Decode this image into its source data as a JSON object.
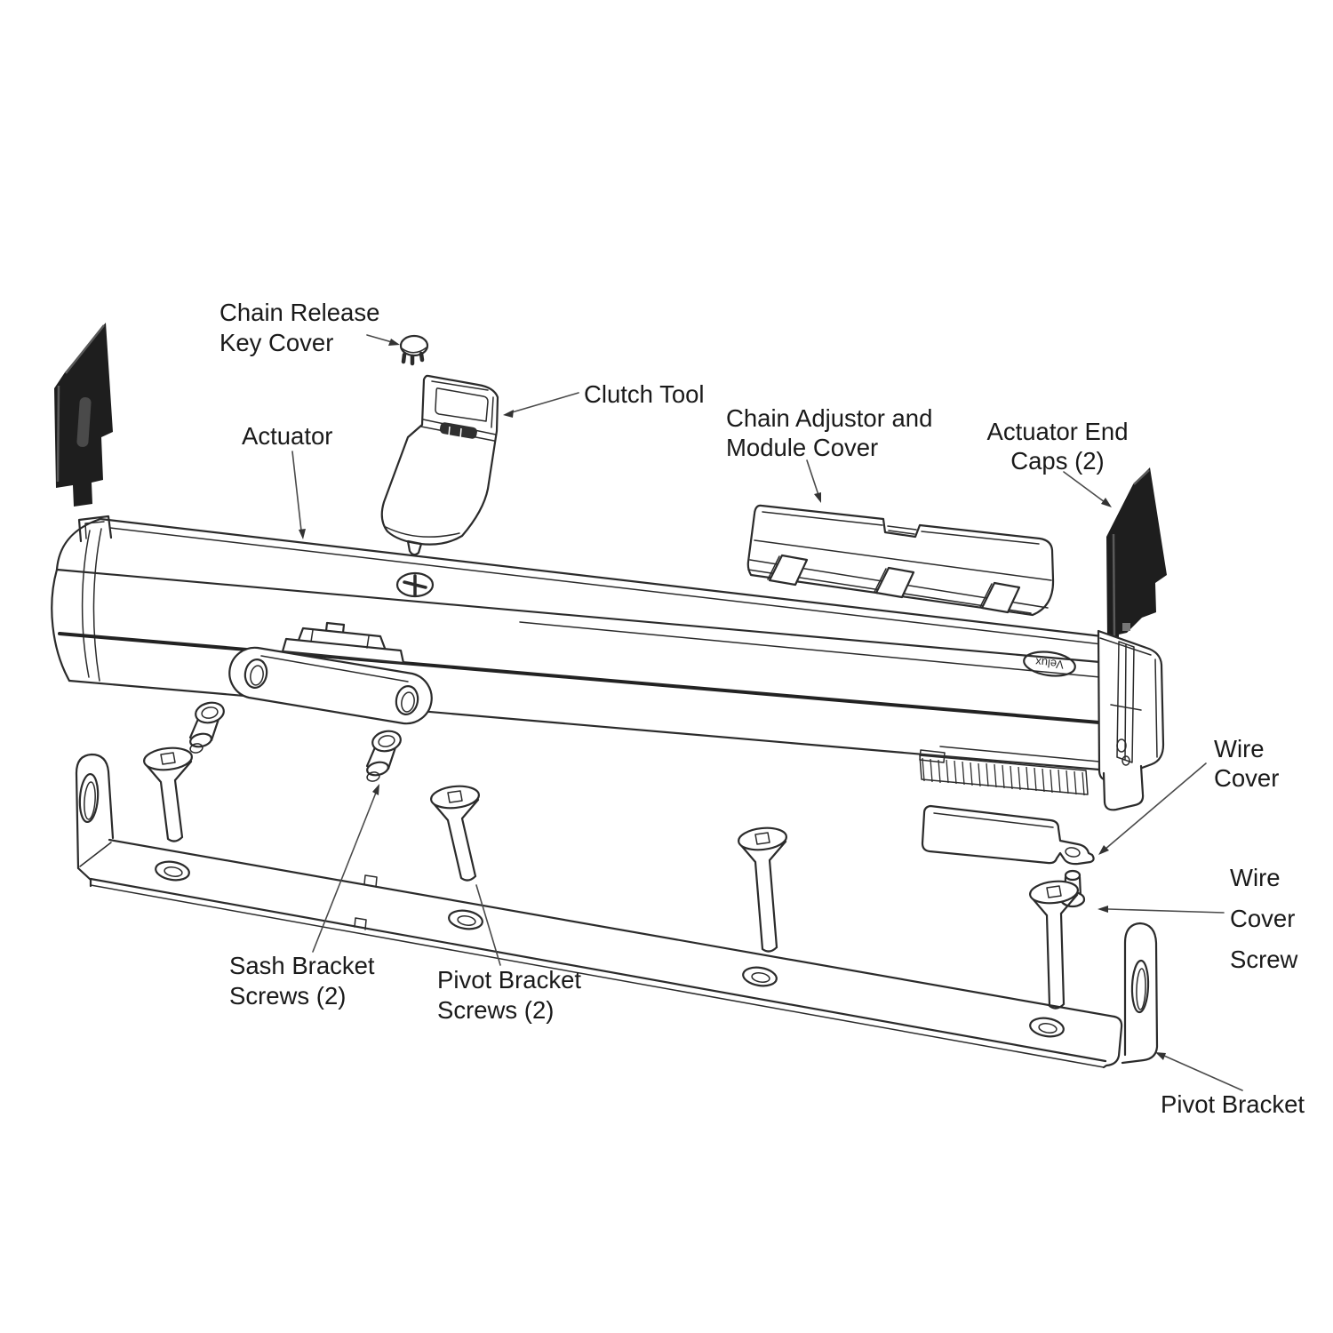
{
  "page": {
    "background": "#ffffff"
  },
  "colors": {
    "line": "#2b2b2b",
    "end_cap": "#1e1e1e",
    "label": "#1a1a1a",
    "leader": "#4a4a4a"
  },
  "brand_logo_text": "Velux",
  "labels": {
    "chain_release_key_cover": {
      "line1": "Chain Release",
      "line2": "Key Cover"
    },
    "clutch_tool": {
      "line1": "Clutch Tool"
    },
    "actuator": {
      "line1": "Actuator"
    },
    "chain_adjustor_module_cover": {
      "line1": "Chain Adjustor and",
      "line2": "Module Cover"
    },
    "actuator_end_caps": {
      "line1": "Actuator End",
      "line2": "Caps (2)"
    },
    "wire_cover": {
      "line1": "Wire",
      "line2": "Cover"
    },
    "wire_cover_screw": {
      "line1": "Wire",
      "line2": "Cover",
      "line3": "Screw"
    },
    "sash_bracket_screws": {
      "line1": "Sash Bracket",
      "line2": "Screws (2)"
    },
    "pivot_bracket_screws": {
      "line1": "Pivot Bracket",
      "line2": "Screws (2)"
    },
    "pivot_bracket": {
      "line1": "Pivot Bracket"
    }
  }
}
